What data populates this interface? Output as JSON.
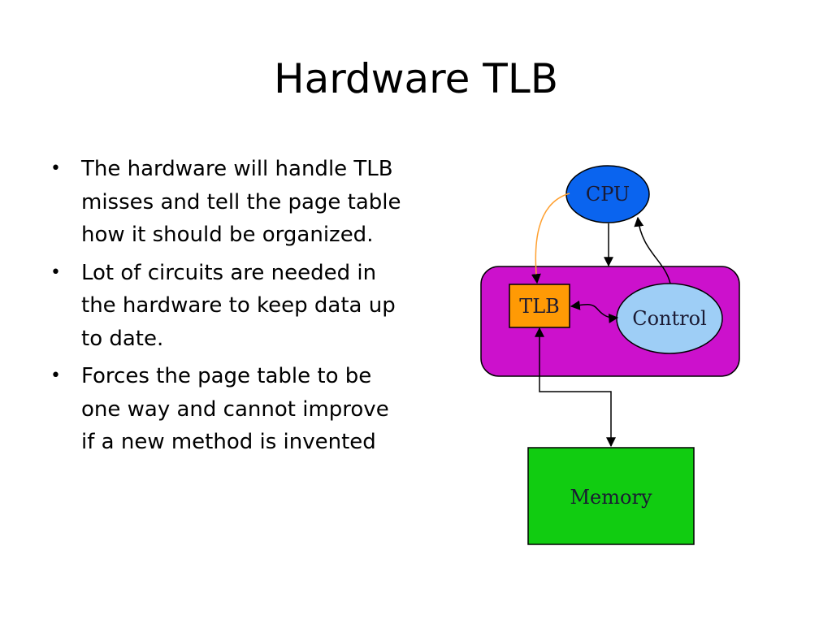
{
  "slide": {
    "title": "Hardware TLB",
    "bullets": [
      "The hardware will handle TLB misses and tell the page table how it should be organized.",
      "Lot of circuits are needed in the hardware to keep data up to date.",
      "Forces the page table to be one way and cannot improve if a new method is invented"
    ]
  },
  "diagram": {
    "nodes": {
      "cpu": {
        "label": "CPU",
        "fill": "#0a64ef"
      },
      "tlb": {
        "label": "TLB",
        "fill": "#ff9a05"
      },
      "control": {
        "label": "Control",
        "fill": "#9ecef6"
      },
      "memory": {
        "label": "Memory",
        "fill": "#11cc11"
      }
    },
    "container_fill": "#cc11cc",
    "tlb_edge_color": "#ffa030",
    "edge_color": "#000000"
  }
}
